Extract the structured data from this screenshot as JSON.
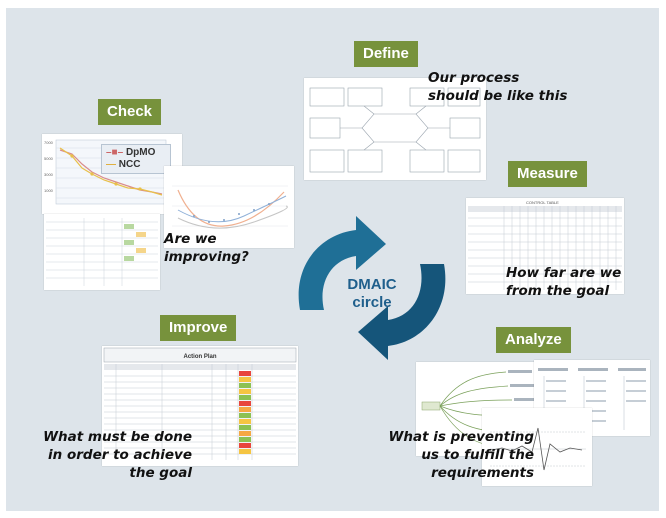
{
  "title": "DMAIC circle",
  "colors": {
    "background": "#dde4ea",
    "tag": "#77923c",
    "arrow": "#1f6f96",
    "arrow_dark": "#15557a",
    "caption": "#111111"
  },
  "phases": {
    "define": {
      "label": "Define",
      "caption": [
        "Our process",
        "should be like this"
      ]
    },
    "measure": {
      "label": "Measure",
      "caption": [
        "How far are we",
        "from the goal"
      ]
    },
    "analyze": {
      "label": "Analyze",
      "caption": [
        "What is preventing",
        "us to fulfill the",
        "requirements"
      ]
    },
    "improve": {
      "label": "Improve",
      "caption": [
        "What must be done",
        "in order to achieve",
        "the goal"
      ]
    },
    "check": {
      "label": "Check",
      "caption": [
        "Are we",
        "improving?"
      ]
    }
  },
  "center": {
    "line1": "DMAIC",
    "line2": "circle"
  },
  "thumbnails": {
    "check_chart_legend": [
      "DpMO",
      "NCC"
    ],
    "action_plan_title": "Action Plan",
    "control_table_title": "CONTROL TABLE"
  }
}
